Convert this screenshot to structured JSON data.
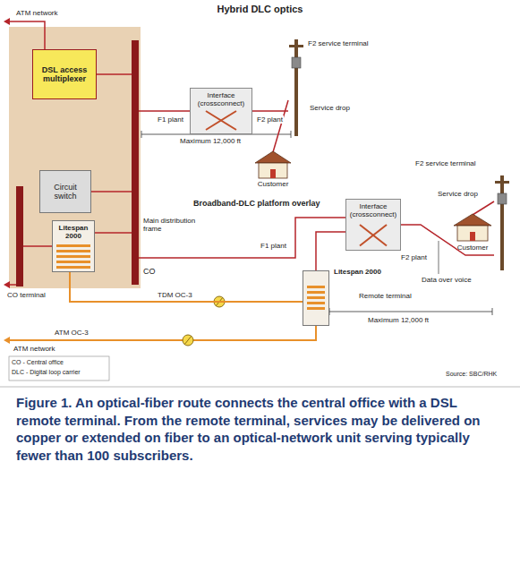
{
  "diagram": {
    "title": "Hybrid DLC optics",
    "caption": "Figure 1. An optical-fiber route connects the central office with a DSL remote terminal. From the remote terminal, services may be delivered on copper or extended on fiber to an optical-network unit serving typically fewer than 100 subscribers.",
    "nodes": [
      {
        "text": [
          "CO"
        ]
      },
      {
        "text": [
          "DSL access multiplexer"
        ],
        "in": 0
      },
      {
        "text": [
          "Circuit switch"
        ],
        "in": 0
      },
      {
        "text": [
          "Litespan 2000"
        ],
        "in": 0
      },
      {
        "text": [
          "Main distribution frame"
        ],
        "in": 0
      },
      {
        "text": [
          "Interface (crossconnect)"
        ]
      },
      {
        "text": [
          "F2 service terminal"
        ]
      },
      {
        "text": [
          "Customer"
        ]
      },
      {
        "text": [
          "Interface (crossconnect)"
        ]
      },
      {
        "text": [
          "Litespan 2000"
        ]
      },
      {
        "text": [
          "F2 service terminal"
        ]
      },
      {
        "text": [
          "Customer"
        ]
      }
    ],
    "edges": [
      {
        "from": 1,
        "to": 4,
        "arrow": "none"
      },
      {
        "from": 2,
        "to": 4,
        "arrow": "none"
      },
      {
        "from": 3,
        "to": 4,
        "arrow": "none"
      },
      {
        "from": 4,
        "to": 5,
        "label": "F1 plant",
        "arrow": "none"
      },
      {
        "from": 5,
        "to": 6,
        "label": "F2 plant",
        "arrow": "none"
      },
      {
        "from": 6,
        "to": 7,
        "label": "Service drop",
        "arrow": "none"
      },
      {
        "from": 4,
        "to": 8,
        "label": "F1 plant",
        "arrow": "none"
      },
      {
        "from": 9,
        "to": 8,
        "arrow": "none"
      },
      {
        "from": 8,
        "to": 10,
        "label": "F2 plant",
        "arrow": "none"
      },
      {
        "from": 10,
        "to": 11,
        "label": "Service drop",
        "arrow": "none"
      },
      {
        "from": 3,
        "to": 9,
        "label": "TDM OC-3",
        "arrow": "none"
      }
    ],
    "labels": [
      "ATM network",
      "CO terminal",
      "Maximum 12,000 ft",
      "Broadband-DLC platform overlay",
      "Remote terminal",
      "Maximum 12,000 ft",
      "Data over voice",
      "ATM OC-3",
      "ATM network",
      "CO - Central office",
      "DLC - Digital loop carrier",
      "Source: SBC/RHK"
    ]
  }
}
